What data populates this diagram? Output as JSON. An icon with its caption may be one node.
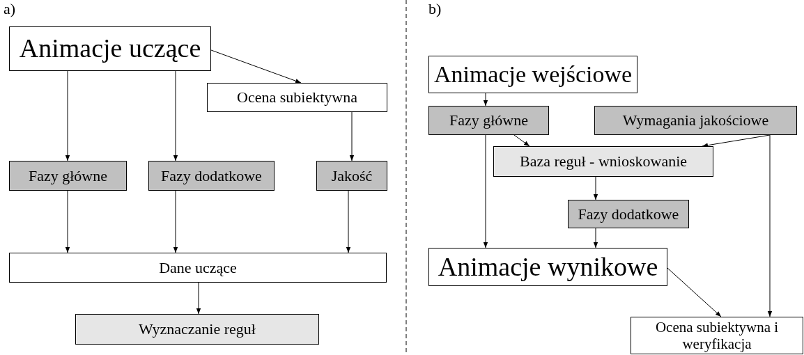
{
  "diagram": {
    "nodes": [
      {
        "text": [
          "Animacje uczące"
        ]
      },
      {
        "text": [
          "Ocena subiektywna"
        ]
      },
      {
        "text": [
          "Fazy główne"
        ]
      },
      {
        "text": [
          "Fazy dodatkowe"
        ]
      },
      {
        "text": [
          "Jakość"
        ]
      },
      {
        "text": [
          "Dane uczące"
        ]
      },
      {
        "text": [
          "Wyznaczanie reguł"
        ]
      },
      {
        "text": [
          "Animacje wejściowe"
        ]
      },
      {
        "text": [
          "Fazy główne"
        ]
      },
      {
        "text": [
          "Wymagania jakościowe"
        ]
      },
      {
        "text": [
          "Baza reguł - wnioskowanie"
        ]
      },
      {
        "text": [
          "Fazy dodatkowe"
        ]
      },
      {
        "text": [
          "Animacje wynikowe"
        ]
      },
      {
        "text": [
          "Ocena subiektywna i weryfikacja"
        ]
      }
    ],
    "edges": [
      {
        "from": 0,
        "to": 2,
        "arrow": "to"
      },
      {
        "from": 0,
        "to": 3,
        "arrow": "to"
      },
      {
        "from": 0,
        "to": 1,
        "arrow": "to"
      },
      {
        "from": 1,
        "to": 4,
        "arrow": "to"
      },
      {
        "from": 2,
        "to": 5,
        "arrow": "to"
      },
      {
        "from": 3,
        "to": 5,
        "arrow": "to"
      },
      {
        "from": 4,
        "to": 5,
        "arrow": "to"
      },
      {
        "from": 5,
        "to": 6,
        "arrow": "to"
      },
      {
        "from": 7,
        "to": 8,
        "arrow": "to"
      },
      {
        "from": 8,
        "to": 10,
        "arrow": "to"
      },
      {
        "from": 9,
        "to": 10,
        "arrow": "to"
      },
      {
        "from": 10,
        "to": 11,
        "arrow": "to"
      },
      {
        "from": 8,
        "to": 12,
        "arrow": "to"
      },
      {
        "from": 11,
        "to": 12,
        "arrow": "to"
      },
      {
        "from": 12,
        "to": 13,
        "arrow": "to"
      },
      {
        "from": 9,
        "to": 13,
        "arrow": "to"
      }
    ],
    "labels": [
      "a)",
      "b)"
    ]
  }
}
